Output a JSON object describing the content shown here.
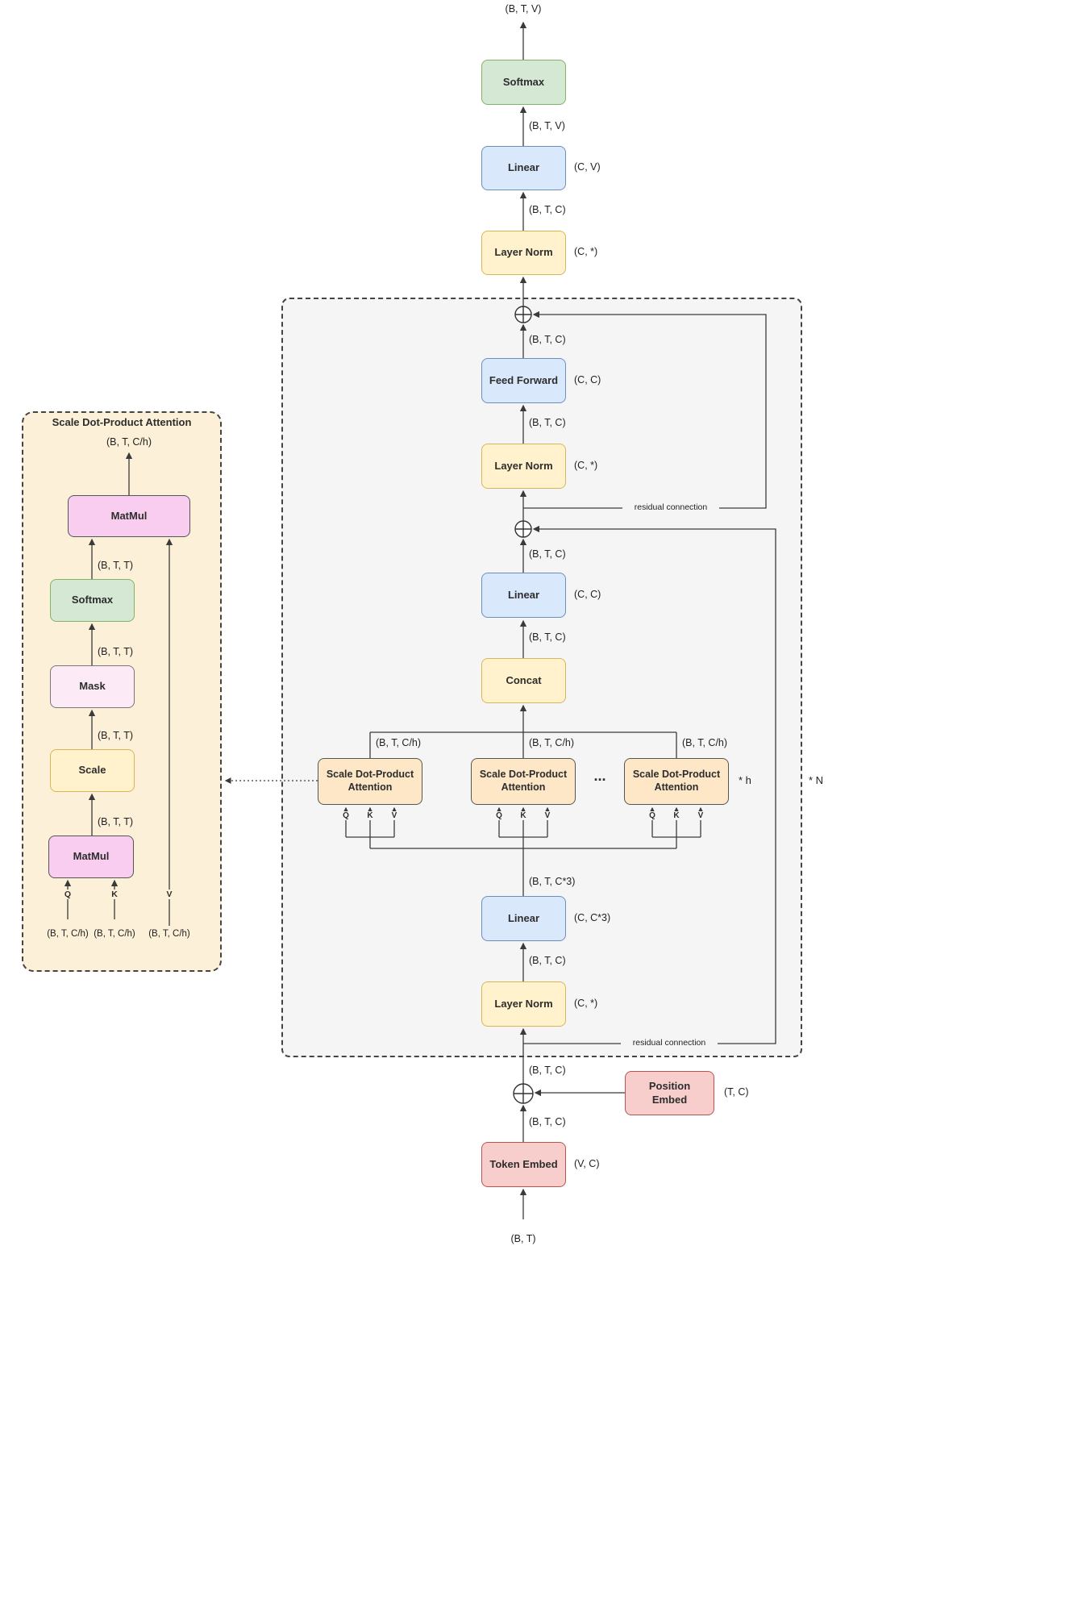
{
  "diagram": {
    "type": "transformer-architecture-flowchart",
    "colors": {
      "green_fill": "#d5e8d4",
      "green_stroke": "#82b366",
      "blue_fill": "#dae8fc",
      "blue_stroke": "#6c8ebf",
      "yellow_fill": "#fff2cc",
      "yellow_stroke": "#d6b656",
      "red_fill": "#f8cecc",
      "red_stroke": "#b85450",
      "magenta_fill": "#f9cdf0",
      "lightpink_fill": "#fceaf7",
      "tan_fill": "#fde7c6",
      "gray_panel_fill": "#f5f5f5",
      "tan_panel_fill": "#fcf0d8"
    }
  },
  "main": {
    "top_output_shape": "(B, T, V)",
    "softmax": "Softmax",
    "shape_btv": "(B, T, V)",
    "linear_head": "Linear",
    "linear_head_param": "(C, V)",
    "shape_btc_1": "(B, T, C)",
    "layer_norm_final": "Layer Norm",
    "layer_norm_final_param": "(C, *)",
    "shape_btc_2": "(B, T, C)",
    "feed_forward": "Feed Forward",
    "feed_forward_param": "(C, C)",
    "shape_btc_3": "(B, T, C)",
    "layer_norm_2": "Layer Norm",
    "layer_norm_2_param": "(C, *)",
    "residual_label_1": "residual connection",
    "shape_btc_4": "(B, T, C)",
    "linear_proj": "Linear",
    "linear_proj_param": "(C, C)",
    "shape_btc_5": "(B, T, C)",
    "concat": "Concat",
    "head_out_shape_1": "(B, T, C/h)",
    "head_out_shape_2": "(B, T, C/h)",
    "head_out_shape_3": "(B, T, C/h)",
    "attention_head": "Scale Dot-Product Attention",
    "dots": "...",
    "heads_multiplier": "* h",
    "layers_multiplier": "* N",
    "q": "Q",
    "k": "K",
    "v": "V",
    "shape_btc3": "(B, T, C*3)",
    "linear_qkv": "Linear",
    "linear_qkv_param": "(C, C*3)",
    "shape_btc_6": "(B, T, C)",
    "layer_norm_1": "Layer Norm",
    "layer_norm_1_param": "(C, *)",
    "residual_label_2": "residual connection",
    "shape_btc_7": "(B, T, C)",
    "position_embed": "Position Embed",
    "position_embed_param": "(T, C)",
    "shape_btc_8": "(B, T, C)",
    "token_embed": "Token Embed",
    "token_embed_param": "(V, C)",
    "input_shape": "(B, T)"
  },
  "detail": {
    "title": "Scale Dot-Product Attention",
    "output_shape": "(B, T, C/h)",
    "matmul_top": "MatMul",
    "shape_btt_1": "(B, T, T)",
    "softmax": "Softmax",
    "shape_btt_2": "(B, T, T)",
    "mask": "Mask",
    "shape_btt_3": "(B, T, T)",
    "scale": "Scale",
    "shape_btt_4": "(B, T, T)",
    "matmul_bottom": "MatMul",
    "q": "Q",
    "k": "K",
    "v": "V",
    "q_shape": "(B, T, C/h)",
    "k_shape": "(B, T, C/h)",
    "v_shape": "(B, T, C/h)"
  }
}
